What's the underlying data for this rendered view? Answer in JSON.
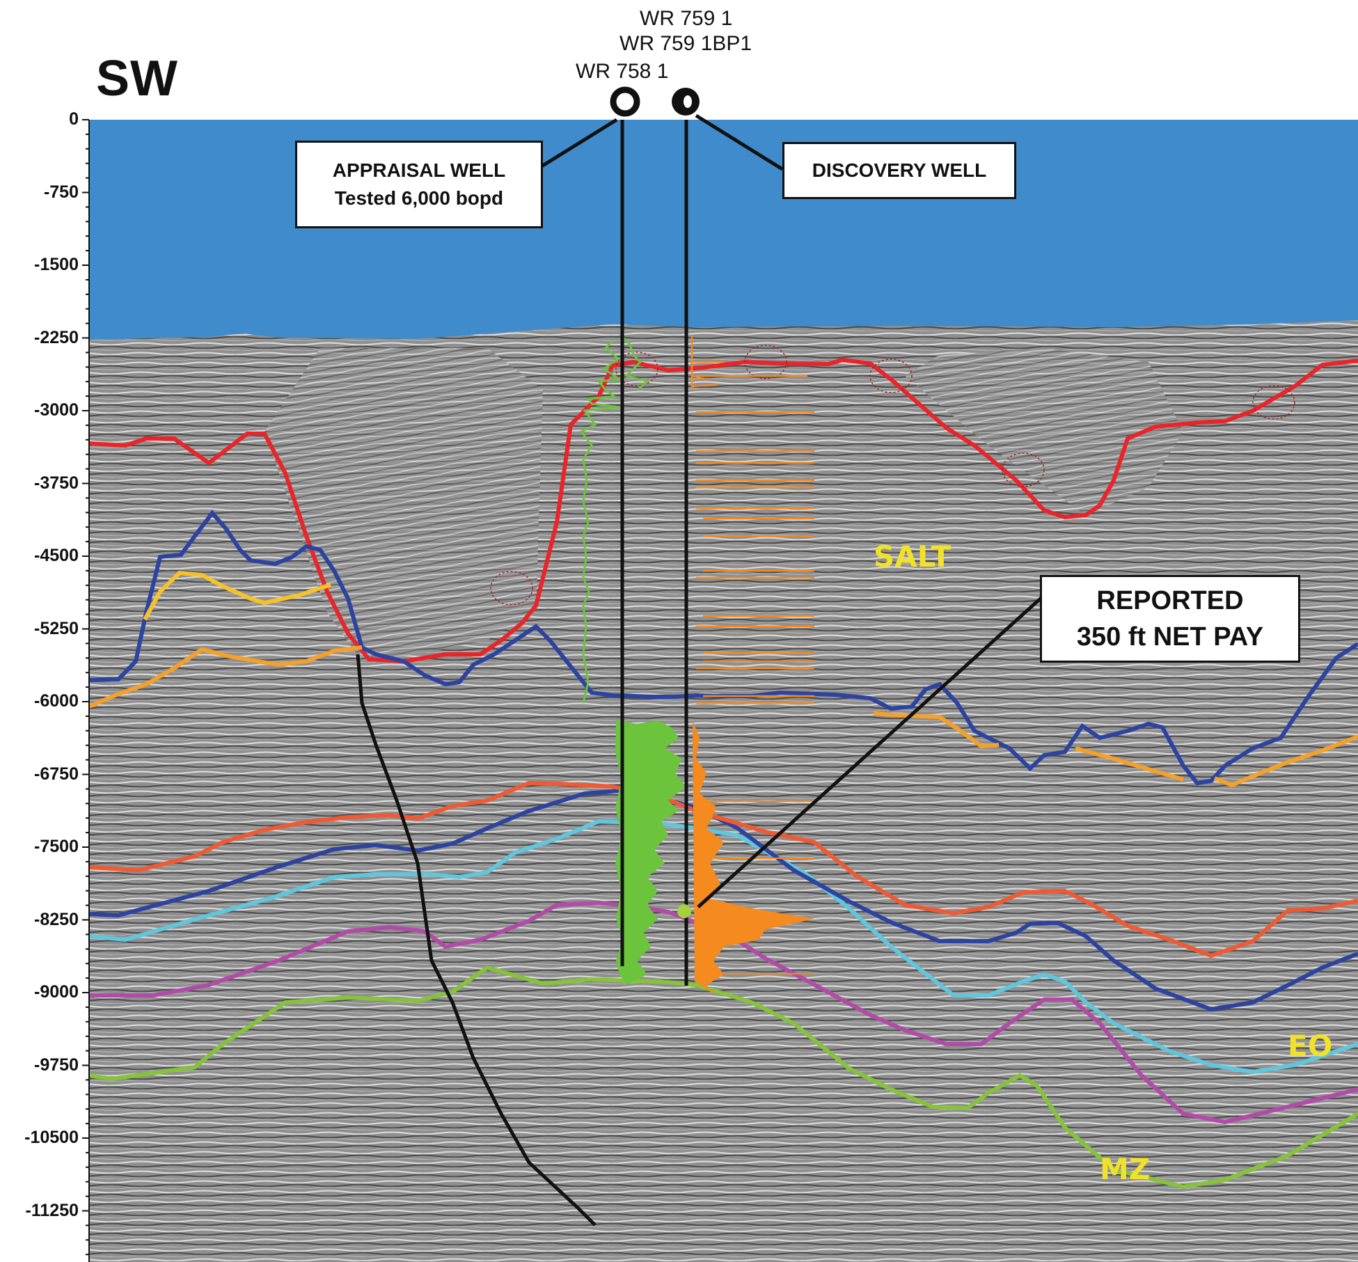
{
  "title": "SW",
  "wells": [
    {
      "name": "WR 759 1"
    },
    {
      "name": "WR 759 1BP1"
    },
    {
      "name": "WR 758 1"
    }
  ],
  "callouts": {
    "appraisal": {
      "line1": "APPRAISAL WELL",
      "line2": "Tested  6,000 bopd"
    },
    "discovery": {
      "line1": "DISCOVERY WELL"
    },
    "reported": {
      "line1": "REPORTED",
      "line2": "350 ft NET PAY"
    }
  },
  "depth_axis": {
    "ticks": [
      "0",
      "-750",
      "-1500",
      "-2250",
      "-3000",
      "-3750",
      "-4500",
      "-5250",
      "-6000",
      "-6750",
      "-7500",
      "-8250",
      "-9000",
      "-9750",
      "-10500",
      "-11250"
    ]
  },
  "formation_labels": {
    "salt": "SALT",
    "eo": "EO",
    "mz": "MZ"
  },
  "colors": {
    "water": "#3f8bcb",
    "seismic": "#8e8e8e",
    "salt_top": "#e9242a",
    "blue_horizon": "#2d43a0",
    "yellow_horizon": "#f6c22a",
    "orange_horizon": "#f4a029",
    "red_orange_horizon": "#ef5a33",
    "cyan_horizon": "#5fc6dc",
    "magenta_horizon": "#b24ba8",
    "green_horizon": "#86c23a",
    "log_green": "#6cc43c",
    "log_orange": "#f58a1f",
    "fault": "#111111",
    "label_yellow": "#f1e12a"
  }
}
